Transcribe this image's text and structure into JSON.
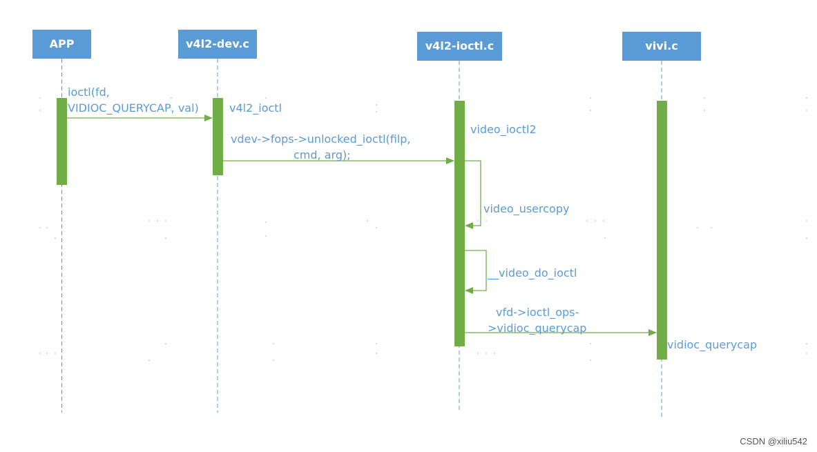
{
  "colors": {
    "header_fill": "#5B9BD5",
    "header_text": "#ffffff",
    "activation": "#70AD47",
    "arrow": "#70AD47",
    "lifeline": "#5B9BD5",
    "label_text": "#5B9BD5",
    "watermark_text": "#555555"
  },
  "participants": [
    "APP",
    "v4l2-dev.c",
    "v4l2-ioctl.c",
    "vivi.c"
  ],
  "messages": {
    "app_to_dev": [
      "ioctl(fd,",
      "VIDIOC_QUERYCAP, val)"
    ],
    "dev_func": "v4l2_ioctl",
    "dev_to_ioctl": [
      "vdev->fops->unlocked_ioctl(filp,",
      "cmd, arg);"
    ],
    "ioctl_func": "video_ioctl2",
    "self_call_1": "video_usercopy",
    "self_call_2": "__video_do_ioctl",
    "ioctl_to_vivi": [
      "vfd->ioctl_ops-",
      ">vidioc_querycap"
    ],
    "vivi_func": "vidioc_querycap"
  },
  "watermark": "CSDN @xiliu542"
}
